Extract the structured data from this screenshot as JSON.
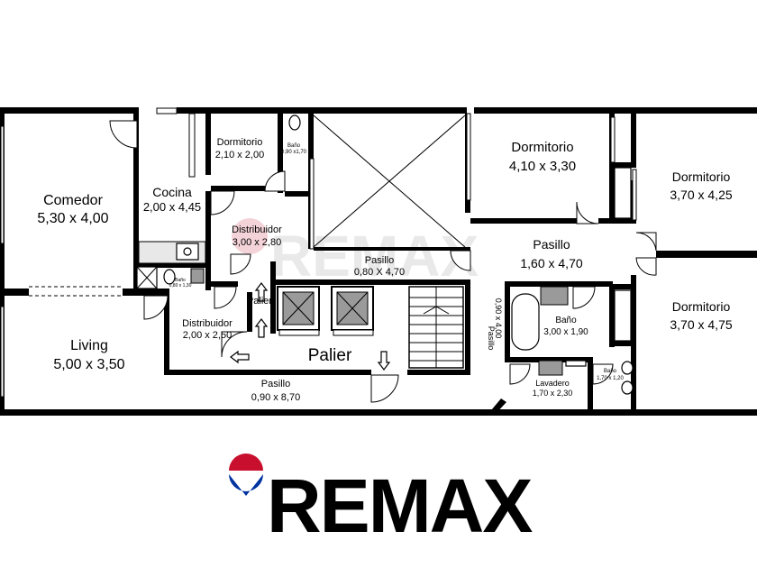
{
  "rooms": {
    "comedor": {
      "name": "Comedor",
      "size": "5,30 x 4,00"
    },
    "cocina": {
      "name": "Cocina",
      "size": "2,00 x 4,45"
    },
    "dormitorio_small": {
      "name": "Dormitorio",
      "size": "2,10 x 2,00"
    },
    "bano_small": {
      "name": "Baño",
      "size": "0,90 x1,70"
    },
    "distribuidor_top": {
      "name": "Distribuidor",
      "size": "3,00 x 2,80"
    },
    "pasillo_center": {
      "name": "Pasillo",
      "size": "0,80 X 4,70"
    },
    "dormitorio_a": {
      "name": "Dormitorio",
      "size": "4,10 x 3,30"
    },
    "dormitorio_b": {
      "name": "Dormitorio",
      "size": "3,70 x 4,25"
    },
    "pasillo_right": {
      "name": "Pasillo",
      "size": "1,60 x 4,70"
    },
    "dormitorio_c": {
      "name": "Dormitorio",
      "size": "3,70 x 4,75"
    },
    "bano_main": {
      "name": "Baño",
      "size": "3,00 x 1,90"
    },
    "lavadero": {
      "name": "Lavadero",
      "size": "1,70 x 2,30"
    },
    "bano_small_right": {
      "name": "Baño",
      "size": "1,70 x 1,20"
    },
    "bano_tiny": {
      "name": "Baño",
      "size": "0,80 x 1,30"
    },
    "distribuidor_bottom": {
      "name": "Distribuidor",
      "size": "2,00 x 2,50"
    },
    "living": {
      "name": "Living",
      "size": "5,00 x 3,50"
    },
    "palier_small": {
      "name": "Palier"
    },
    "palier": {
      "name": "Palier"
    },
    "pasillo_bottom": {
      "name": "Pasillo",
      "size": "0,90 x 8,70"
    },
    "pasillo_vertical": {
      "name": "Pasillo",
      "size": "0,90 x 4,00"
    }
  },
  "watermark": "REMAX",
  "logo": {
    "text": "REMAX",
    "colors": {
      "red": "#c8102e",
      "blue": "#0033a0",
      "text": "#000000"
    }
  }
}
